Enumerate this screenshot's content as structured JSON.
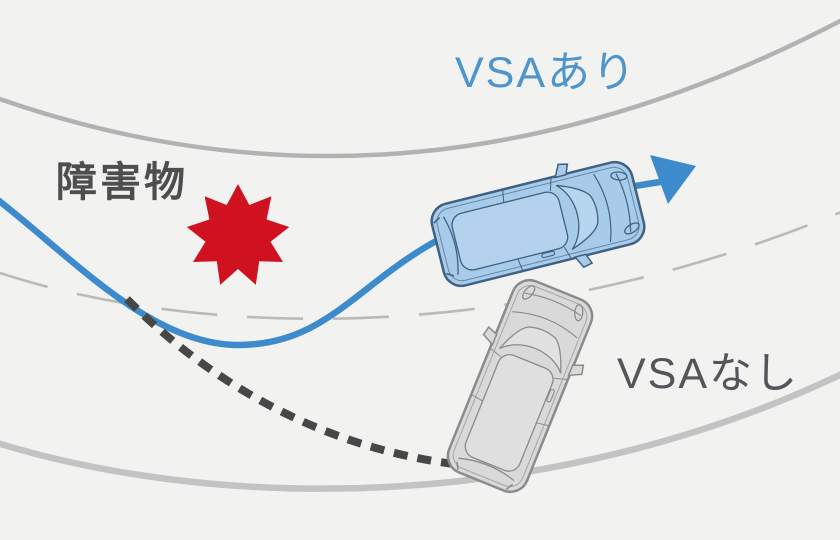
{
  "diagram": {
    "description": "Road curve diagram comparing vehicle path with and without VSA",
    "labels": {
      "obstacle": "障害物",
      "vsa_on": "VSAあり",
      "vsa_off": "VSAなし"
    },
    "icons": {
      "obstacle": "starburst-icon",
      "vsa_on_direction": "arrow-up-right-icon"
    },
    "colors": {
      "background": "#f2f2f1",
      "vsa_on_blue": "#3d8bcd",
      "vsa_on_label_blue": "#4e95cd",
      "vsa_off_dash_dark": "#474747",
      "vsa_off_label_gray": "#54555a",
      "obstacle_red": "#d01120",
      "road_edge_top_gray": "#b2b2b2",
      "road_center_dash_gray": "#bababa",
      "road_edge_bottom_gray": "#c3c3c3",
      "car_with_vsa_body": "#a9cbea",
      "car_without_vsa_body": "#d9d9da"
    }
  }
}
